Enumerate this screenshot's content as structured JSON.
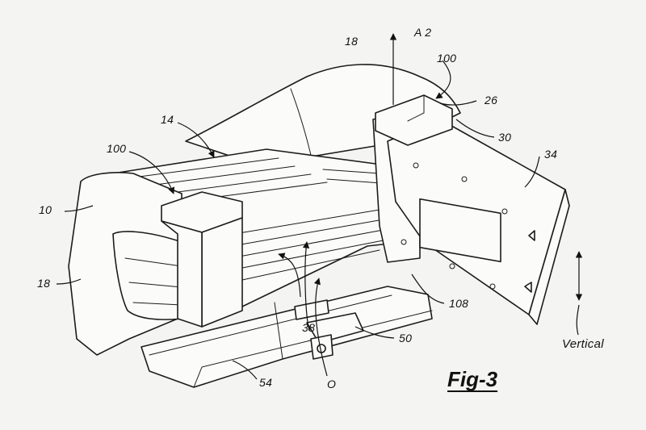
{
  "figure": {
    "title": "Fig-3"
  },
  "labels": {
    "l18_top": "18",
    "l_a2": "A 2",
    "l100_right": "100",
    "l26": "26",
    "l30": "30",
    "l34": "34",
    "l14": "14",
    "l100_left": "100",
    "l10": "10",
    "l18_left": "18",
    "l108": "108",
    "l38": "38",
    "l50": "50",
    "l54": "54",
    "l_o": "O",
    "l_vertical": "Vertical"
  }
}
